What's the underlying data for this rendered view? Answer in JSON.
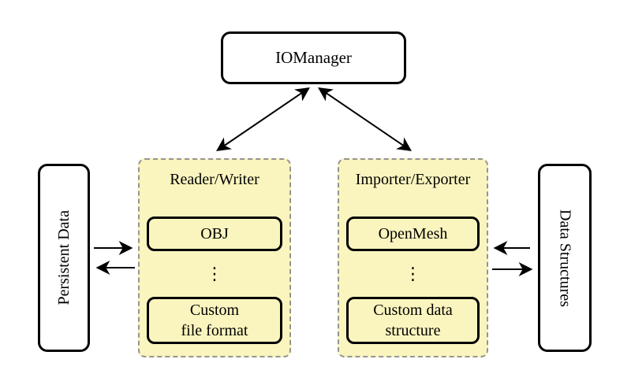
{
  "manager": {
    "label": "IOManager"
  },
  "persistent_data": {
    "label": "Persistent Data"
  },
  "data_structures": {
    "label": "Data Structures"
  },
  "reader_writer": {
    "title": "Reader/Writer",
    "top_item": "OBJ",
    "dots": "⋮",
    "bottom_item": "Custom\nfile format"
  },
  "importer_exporter": {
    "title": "Importer/Exporter",
    "top_item": "OpenMesh",
    "dots": "⋮",
    "bottom_item": "Custom data\nstructure"
  },
  "colors": {
    "panel_fill": "#FAF5BE",
    "panel_border": "#949494",
    "node_fill": "#FFFFFF",
    "line": "#000000"
  }
}
